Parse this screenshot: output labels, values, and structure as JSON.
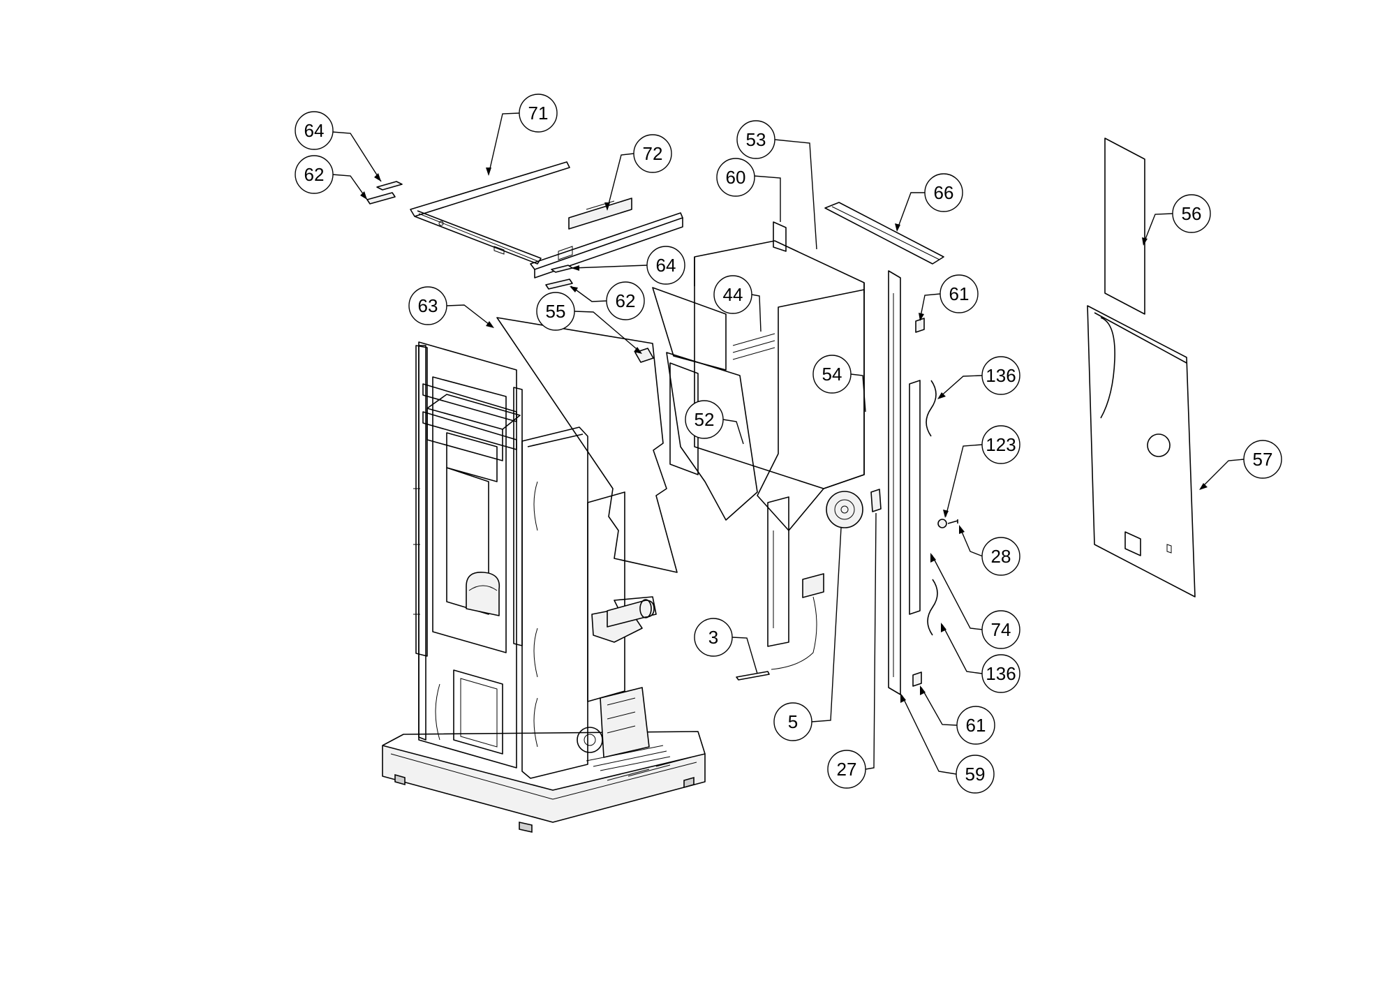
{
  "callouts": [
    {
      "id": "c64a",
      "label": "64"
    },
    {
      "id": "c62a",
      "label": "62"
    },
    {
      "id": "c71",
      "label": "71"
    },
    {
      "id": "c72",
      "label": "72"
    },
    {
      "id": "c53",
      "label": "53"
    },
    {
      "id": "c60",
      "label": "60"
    },
    {
      "id": "c66",
      "label": "66"
    },
    {
      "id": "c56",
      "label": "56"
    },
    {
      "id": "c64b",
      "label": "64"
    },
    {
      "id": "c62b",
      "label": "62"
    },
    {
      "id": "c63",
      "label": "63"
    },
    {
      "id": "c55",
      "label": "55"
    },
    {
      "id": "c44",
      "label": "44"
    },
    {
      "id": "c61a",
      "label": "61"
    },
    {
      "id": "c54",
      "label": "54"
    },
    {
      "id": "c136a",
      "label": "136"
    },
    {
      "id": "c52",
      "label": "52"
    },
    {
      "id": "c123",
      "label": "123"
    },
    {
      "id": "c57",
      "label": "57"
    },
    {
      "id": "c28",
      "label": "28"
    },
    {
      "id": "c3",
      "label": "3"
    },
    {
      "id": "c74",
      "label": "74"
    },
    {
      "id": "c136b",
      "label": "136"
    },
    {
      "id": "c5",
      "label": "5"
    },
    {
      "id": "c61b",
      "label": "61"
    },
    {
      "id": "c27",
      "label": "27"
    },
    {
      "id": "c59",
      "label": "59"
    }
  ]
}
